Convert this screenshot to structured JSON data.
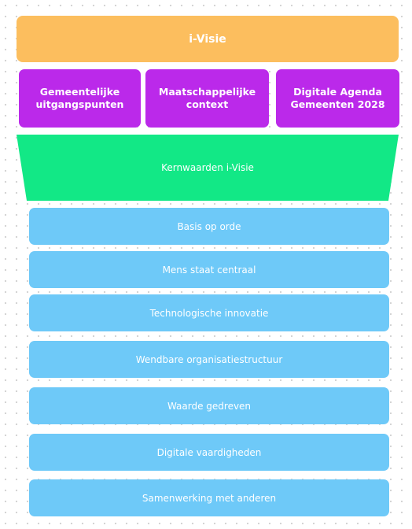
{
  "colors": {
    "top": "#fcbe5e",
    "purple": "#bb29ea",
    "green": "#12e886",
    "blue": "#6ec9f8"
  },
  "top": {
    "title": "i-Visie"
  },
  "inputs": [
    {
      "label": "Gemeentelijke\nuitgangspunten"
    },
    {
      "label": "Maatschappelijke\ncontext"
    },
    {
      "label": "Digitale Agenda\nGemeenten 2028"
    }
  ],
  "funnel": {
    "label": "Kernwaarden i-Visie"
  },
  "values": [
    {
      "label": "Basis op orde"
    },
    {
      "label": "Mens staat centraal"
    },
    {
      "label": "Technologische innovatie"
    },
    {
      "label": "Wendbare organisatiestructuur"
    },
    {
      "label": "Waarde gedreven"
    },
    {
      "label": "Digitale vaardigheden"
    },
    {
      "label": "Samenwerking met anderen"
    }
  ]
}
